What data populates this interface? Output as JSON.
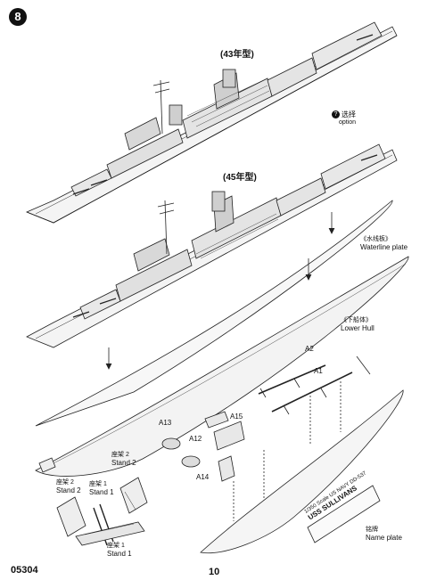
{
  "step": {
    "number": "8"
  },
  "variants": {
    "v43": "(43年型)",
    "v45": "(45年型)"
  },
  "option": {
    "badge": "?",
    "cn": "选择",
    "en": "option"
  },
  "labels": {
    "waterline": {
      "cn": "《水线板》",
      "en": "Waterline plate"
    },
    "lower_hull": {
      "cn": "《下船体》",
      "en": "Lower Hull"
    },
    "stand2": {
      "cn": "座架 2",
      "en": "Stand 2"
    },
    "stand1": {
      "cn": "座架 1",
      "en": "Stand 1"
    },
    "nameplate": {
      "cn": "铭牌",
      "en": "Name plate"
    }
  },
  "parts": {
    "a1": "A1",
    "a2": "A2",
    "a12": "A12",
    "a13": "A13",
    "a14": "A14",
    "a15": "A15"
  },
  "nameplate_text": {
    "line1": "1/350 Scale US NAVY DD-537",
    "line2": "USS SULLIVANS"
  },
  "footer": {
    "kit_number": "05304",
    "page_number": "10"
  }
}
